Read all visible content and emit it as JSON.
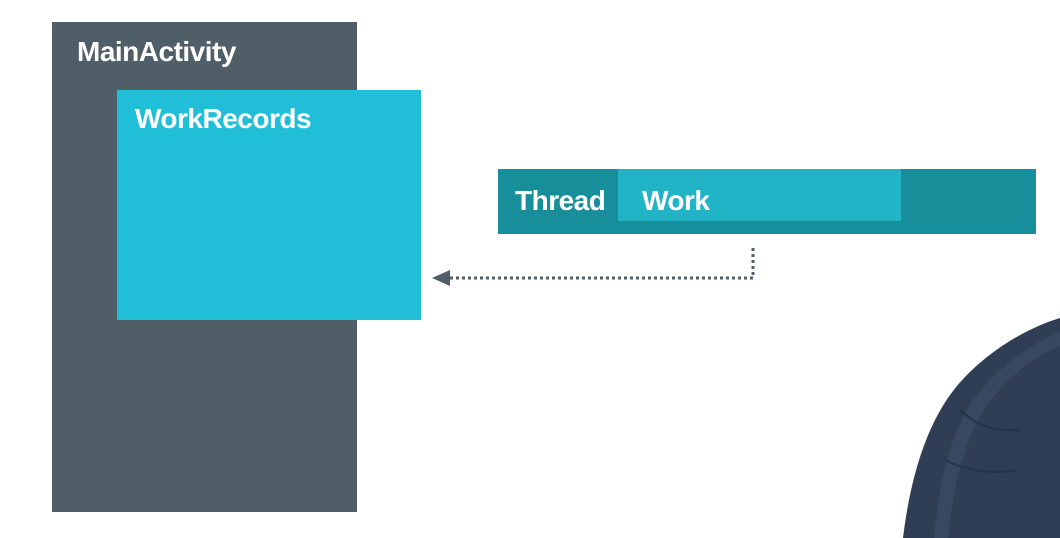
{
  "diagram": {
    "main_activity": {
      "label": "MainActivity"
    },
    "work_records": {
      "label": "WorkRecords"
    },
    "thread": {
      "label": "Thread"
    },
    "work": {
      "label": "Work"
    }
  },
  "colors": {
    "main_activity_bg": "#4f5e67",
    "work_records_bg": "#21bfd7",
    "thread_bg": "#178f9a",
    "work_bg": "#21b3c6",
    "arrow": "#4f5e67"
  },
  "icons": {
    "connector": "dotted-arrow-left-icon"
  }
}
